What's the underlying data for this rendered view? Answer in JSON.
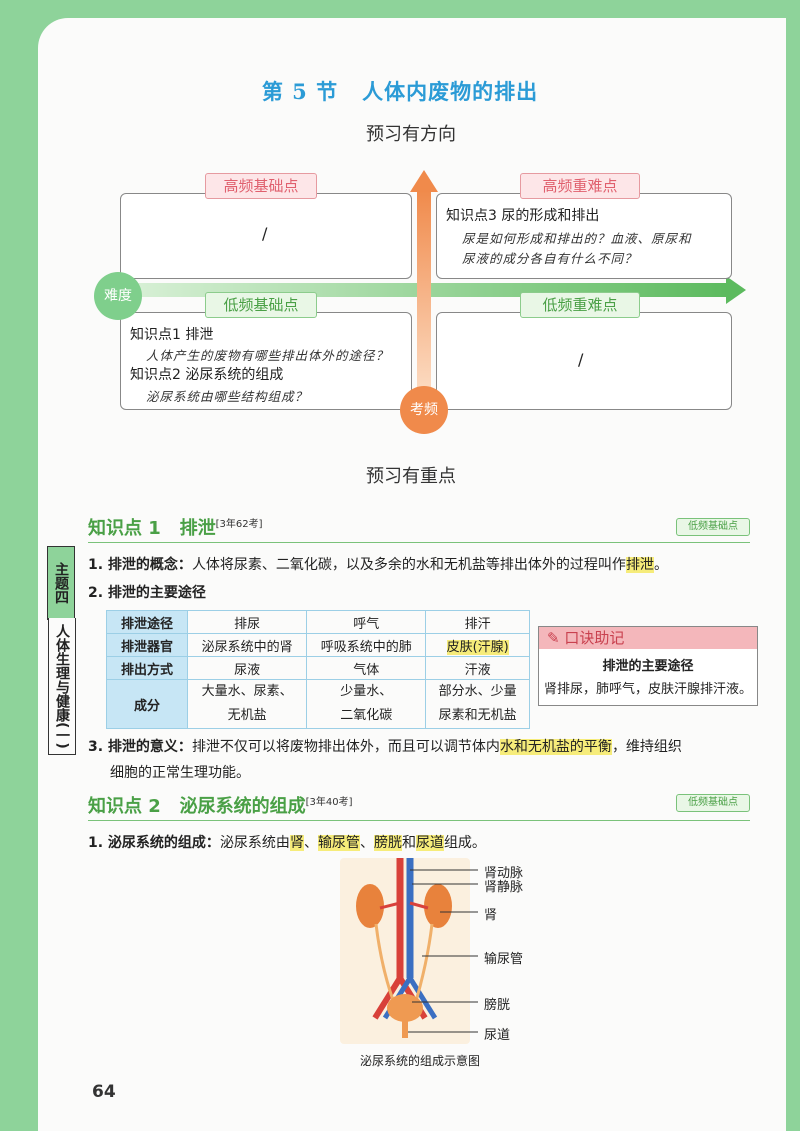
{
  "section_title_num": "第 5 节",
  "section_title_text": "人体内废物的排出",
  "banner_direction": "预习有方向",
  "banner_focus": "预习有重点",
  "quad": {
    "high_basic_tag": "高频基础点",
    "high_hard_tag": "高频重难点",
    "low_basic_tag": "低频基础点",
    "low_hard_tag": "低频重难点",
    "high_basic_content": "/",
    "low_hard_content": "/",
    "high_hard_title": "知识点3  尿的形成和排出",
    "high_hard_sub1": "尿是如何形成和排出的？血液、原尿和",
    "high_hard_sub2": "尿液的成分各自有什么不同？",
    "low_basic_title1": "知识点1  排泄",
    "low_basic_sub1": "人体产生的废物有哪些排出体外的途径？",
    "low_basic_title2": "知识点2  泌尿系统的组成",
    "low_basic_sub2": "泌尿系统由哪些结构组成？",
    "axis_difficulty": "难度",
    "axis_frequency": "考频"
  },
  "kp1": {
    "label": "知识点 1",
    "name": "排泄",
    "stat": "[3年62考]",
    "freq": "低频基础点",
    "p1_head": "1. 排泄的概念：",
    "p1_a": "人体将尿素、二氧化碳，以及多余的水和无机盐等排出体外的过程叫作",
    "p1_hl": "排泄",
    "p1_end": "。",
    "p2_head": "2. 排泄的主要途径",
    "table": {
      "rows": [
        [
          "排泄途径",
          "排尿",
          "呼气",
          "排汗"
        ],
        [
          "排泄器官",
          "泌尿系统中的肾",
          "呼吸系统中的肺",
          "皮肤(汗腺)"
        ],
        [
          "排出方式",
          "尿液",
          "气体",
          "汗液"
        ]
      ],
      "comp_head": "成分",
      "comp1a": "大量水、尿素、",
      "comp1b": "无机盐",
      "comp2a": "少量水、",
      "comp2b": "二氧化碳",
      "comp3a": "部分水、少量",
      "comp3b": "尿素和无机盐"
    },
    "tip_head": "口诀助记",
    "tip_title": "排泄的主要途径",
    "tip_text": "肾排尿，肺呼气，皮肤汗腺排汗液。",
    "p3_head": "3. 排泄的意义：",
    "p3_a": "排泄不仅可以将废物排出体外，而且可以调节体内",
    "p3_hl": "水和无机盐的平衡",
    "p3_b": "，维持组织",
    "p3_c": "细胞的正常生理功能。"
  },
  "kp2": {
    "label": "知识点 2",
    "name": "泌尿系统的组成",
    "stat": "[3年40考]",
    "freq": "低频基础点",
    "p1_head": "1. 泌尿系统的组成：",
    "p1_a": "泌尿系统由",
    "p1_h1": "肾",
    "p1_s1": "、",
    "p1_h2": "输尿管",
    "p1_s2": "、",
    "p1_h3": "膀胱",
    "p1_s3": "和",
    "p1_h4": "尿道",
    "p1_end": "组成。",
    "labels": [
      "肾动脉",
      "肾静脉",
      "肾",
      "输尿管",
      "膀胱",
      "尿道"
    ],
    "caption": "泌尿系统的组成示意图"
  },
  "sidebar": {
    "theme": "主题四",
    "topic": "人体生理与健康(一)"
  },
  "page_number": "64"
}
